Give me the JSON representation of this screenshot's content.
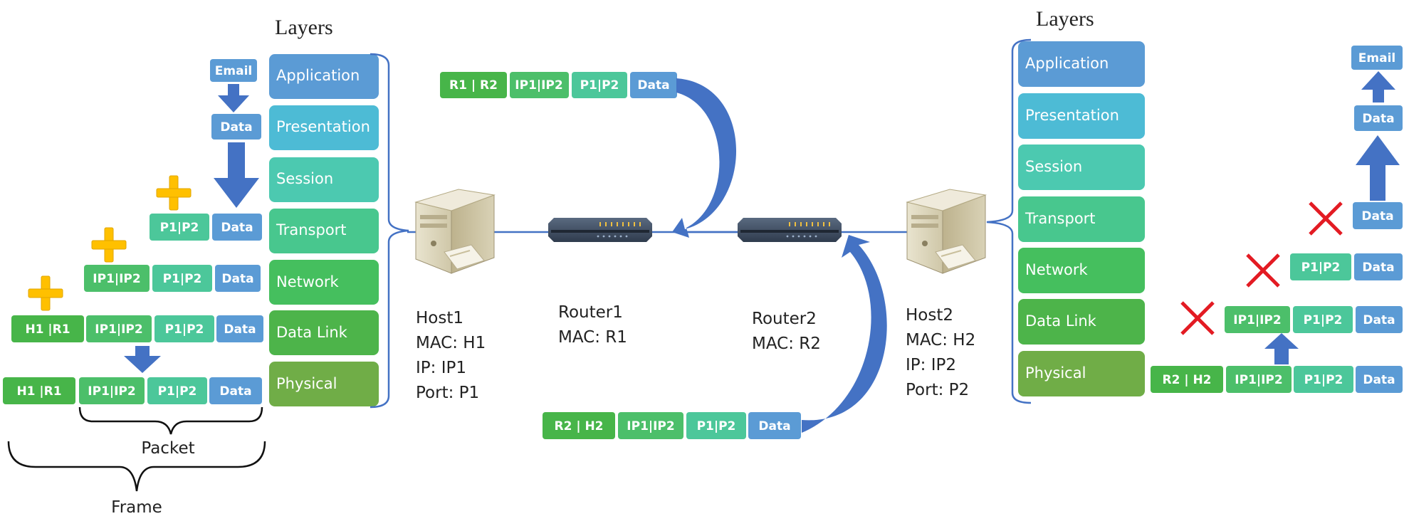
{
  "colors": {
    "application": "#5B9BD5",
    "presentation": "#4DBBD5",
    "session": "#4CC9B0",
    "transport": "#48C78E",
    "network": "#45BF5E",
    "datalink": "#4DB44A",
    "physical": "#70AD47",
    "data_box": "#5B9BD5",
    "port_box": "#4CC79A",
    "ip_box": "#4CBF6A",
    "mac_box": "#47B549",
    "arrow": "#4472C4",
    "plus": "#FFC000",
    "cross": "#E31B23",
    "brace": "#4472C4"
  },
  "left_stack": {
    "title": "Layers",
    "layers": [
      "Application",
      "Presentation",
      "Session",
      "Transport",
      "Network",
      "Data Link",
      "Physical"
    ]
  },
  "right_stack": {
    "title": "Layers",
    "layers": [
      "Application",
      "Presentation",
      "Session",
      "Transport",
      "Network",
      "Data Link",
      "Physical"
    ]
  },
  "encapsulation": {
    "email": "Email",
    "data": "Data",
    "port": "P1|P2",
    "ip": "IP1|IP2",
    "mac": "H1 |R1",
    "packet_label": "Packet",
    "frame_label": "Frame"
  },
  "top_frame": {
    "mac": "R1 |  R2",
    "ip": "IP1|IP2",
    "port": "P1|P2",
    "data": "Data"
  },
  "bottom_frame": {
    "mac": "R2 | H2",
    "ip": "IP1|IP2",
    "port": "P1|P2",
    "data": "Data"
  },
  "decapsulation": {
    "mac": "R2 | H2",
    "ip": "IP1|IP2",
    "port": "P1|P2",
    "data": "Data",
    "email": "Email"
  },
  "devices": {
    "host1": {
      "name": "Host1",
      "mac": "MAC: H1",
      "ip": "IP: IP1",
      "port": "Port: P1"
    },
    "router1": {
      "name": "Router1",
      "mac": "MAC: R1"
    },
    "router2": {
      "name": "Router2",
      "mac": "MAC: R2"
    },
    "host2": {
      "name": "Host2",
      "mac": "MAC: H2",
      "ip": "IP: IP2",
      "port": "Port: P2"
    }
  },
  "icons": [
    "server-icon",
    "router-icon",
    "plus-icon",
    "cross-icon",
    "arrow-down-icon",
    "arrow-up-icon",
    "curved-arrow-icon",
    "brace-icon"
  ]
}
